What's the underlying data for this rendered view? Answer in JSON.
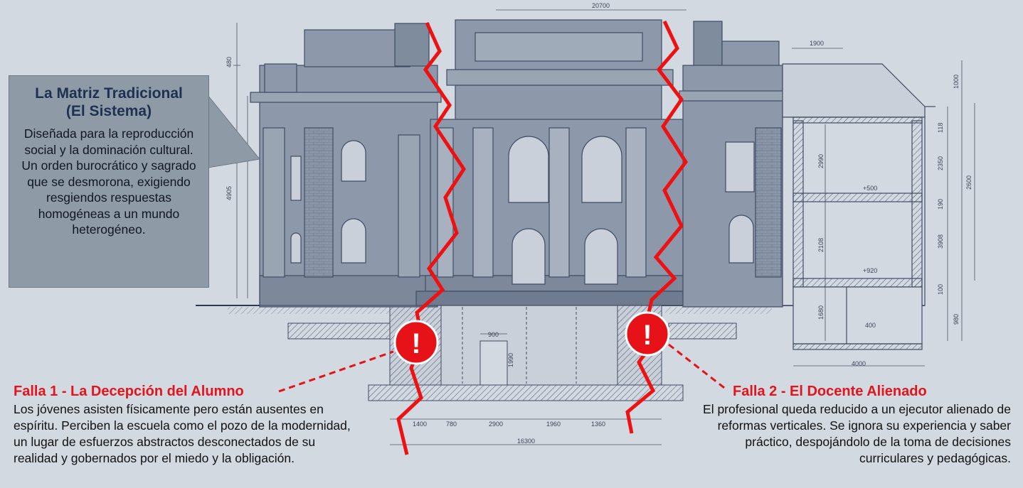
{
  "system_box": {
    "title_line1": "La Matriz Tradicional",
    "title_line2": "(El Sistema)",
    "body": "Diseñada para la reproducción social y la dominación cultural. Un orden burocrático y sagrado que se desmorona, exigiendo resgiendos respuestas homogéneas a un mundo heterogéneo."
  },
  "fault_1": {
    "title": "Falla 1 - La Decepción del Alumno",
    "body": "Los jóvenes asisten físicamente pero están ausentes en espíritu. Perciben la escuela como el pozo de la modernidad, un lugar de esfuerzos abstractos desconectados de su realidad y gobernados por el miedo y la obligación."
  },
  "fault_2": {
    "title": "Falla 2 - El Docente Alienado",
    "body": "El profesional queda reducido a un ejecutor alienado de reformas verticales. Se ignora su experiencia y saber práctico, despojándolo de la toma de decisiones curriculares y pedagógicas."
  },
  "warning_symbol": "!",
  "dimensions": {
    "top_width": "20700",
    "right_width": "1900",
    "left_height_top": "480",
    "left_height_main": "4905",
    "section_h1": "1000",
    "section_h2": "118",
    "section_h3": "2990",
    "section_h4": "2350",
    "section_h5": "2600",
    "section_h6": "190",
    "section_h7": "2108",
    "section_h8": "3908",
    "section_h9": "1680",
    "section_h10": "100",
    "section_h11": "980",
    "level_1": "+500",
    "level_2": "+920",
    "level_3": "400",
    "section_width": "4000",
    "basement_door_w": "900",
    "basement_door_h": "1990",
    "bottom_1": "1400",
    "bottom_2": "780",
    "bottom_3": "2900",
    "bottom_4": "1960",
    "bottom_5": "1360",
    "bottom_total": "16300"
  },
  "colors": {
    "background": "#d3d9e1",
    "blueprint_line": "#3f4c63",
    "building_fill": "#8d99aa",
    "crack": "#ee1111",
    "callout_fill": "#8f9aa7",
    "title_navy": "#1f3150",
    "fault_red": "#e3141b"
  }
}
